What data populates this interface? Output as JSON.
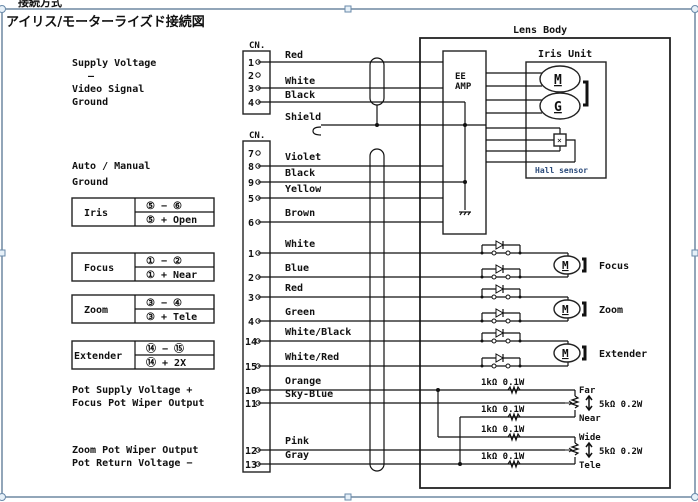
{
  "header_fragment": "接続方式",
  "title": "アイリス/モーターライズド接続図",
  "colors": {
    "selection_border": "#4a6a8a",
    "line": "#111111",
    "hall_label": "#2a4a7a"
  },
  "connector1": {
    "label": "CN.",
    "pins": [
      {
        "num": "1",
        "wire": "Red"
      },
      {
        "num": "2",
        "wire": ""
      },
      {
        "num": "3",
        "wire": "White"
      },
      {
        "num": "4",
        "wire": "Black"
      }
    ],
    "shield_label": "Shield"
  },
  "connector2": {
    "label": "CN.",
    "pins": [
      {
        "num": "7",
        "wire": ""
      },
      {
        "num": "8",
        "wire": "Violet"
      },
      {
        "num": "9",
        "wire": "Black"
      },
      {
        "num": "5",
        "wire": "Yellow"
      },
      {
        "num": "6",
        "wire": "Brown"
      },
      {
        "num": "1",
        "wire": "White"
      },
      {
        "num": "2",
        "wire": "Blue"
      },
      {
        "num": "3",
        "wire": "Red"
      },
      {
        "num": "4",
        "wire": "Green"
      },
      {
        "num": "14",
        "wire": "White/Black"
      },
      {
        "num": "15",
        "wire": "White/Red"
      },
      {
        "num": "10",
        "wire": "Orange"
      },
      {
        "num": "11",
        "wire": "Sky-Blue"
      },
      {
        "num": "12",
        "wire": "Pink"
      },
      {
        "num": "13",
        "wire": "Gray"
      }
    ]
  },
  "left_labels": {
    "supply_voltage": "Supply Voltage",
    "dash": "—",
    "video_signal": "Video Signal",
    "ground1": "Ground",
    "auto_manual": "Auto / Manual",
    "ground2": "Ground",
    "pot_supply": "Pot Supply Voltage +",
    "focus_pot": "Focus Pot Wiper Output",
    "zoom_pot": "Zoom Pot Wiper Output",
    "pot_return": "Pot Return Voltage −"
  },
  "tables": [
    {
      "name": "Iris",
      "row1": "⑤ − ⑥",
      "row2": "⑤ + Open"
    },
    {
      "name": "Focus",
      "row1": "① − ②",
      "row2": "① + Near"
    },
    {
      "name": "Zoom",
      "row1": "③ − ④",
      "row2": "③ + Tele"
    },
    {
      "name": "Extender",
      "row1": "⑭ − ⑮",
      "row2": "⑭ + 2X"
    }
  ],
  "lens_body": {
    "label": "Lens Body",
    "ee_amp": [
      "EE",
      "AMP"
    ],
    "iris_unit": "Iris Unit",
    "motor_m": "M",
    "generator_g": "G",
    "hall_sensor": "Hall sensor",
    "motors": [
      "Focus",
      "Zoom",
      "Extender"
    ],
    "resistor_label": "1kΩ 0.1W",
    "pot_label": "5kΩ 0.2W",
    "far": "Far",
    "near": "Near",
    "wide": "Wide",
    "tele": "Tele"
  }
}
